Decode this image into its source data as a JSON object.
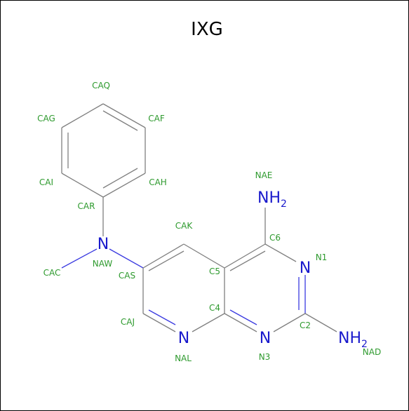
{
  "title": "IXG",
  "colors": {
    "bond": "#7f7f7f",
    "nitrogen": "#1a1acc",
    "atom_label": "#2e9a2e",
    "frame": "#000000"
  },
  "hetero_atoms": {
    "naw": "N",
    "n1": "N",
    "n3": "N",
    "nal": "N",
    "nae_main": "NH",
    "nae_sub": "2",
    "nad_main": "NH",
    "nad_sub": "2"
  },
  "atom_labels": {
    "caq": "CAQ",
    "cag": "CAG",
    "caf": "CAF",
    "cai": "CAI",
    "cah": "CAH",
    "car": "CAR",
    "cak": "CAK",
    "nae": "NAE",
    "c6": "C6",
    "naw": "NAW",
    "cac": "CAC",
    "cas": "CAS",
    "c5": "C5",
    "n1": "N1",
    "c4": "C4",
    "c2": "C2",
    "caj": "CAJ",
    "nal": "NAL",
    "n3": "N3",
    "nad": "NAD"
  }
}
